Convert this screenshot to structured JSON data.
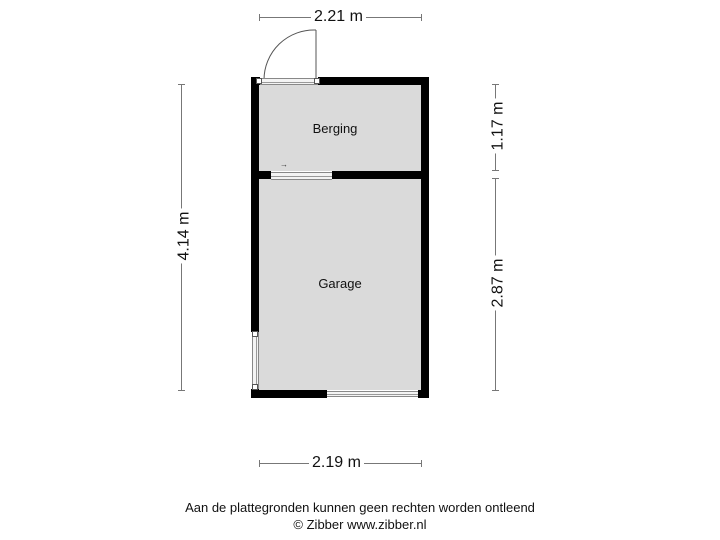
{
  "dimensions": {
    "top_width": "2.21 m",
    "bottom_width": "2.19 m",
    "total_height": "4.14 m",
    "berging_height": "1.17 m",
    "garage_height": "2.87 m"
  },
  "rooms": [
    {
      "name": "Berging"
    },
    {
      "name": "Garage"
    }
  ],
  "footer": {
    "disclaimer": "Aan de plattegronden kunnen geen rechten worden ontleend",
    "copyright": "© Zibber www.zibber.nl"
  },
  "colors": {
    "wall": "#000000",
    "floor": "#dadada",
    "dimension_line": "#777777"
  }
}
